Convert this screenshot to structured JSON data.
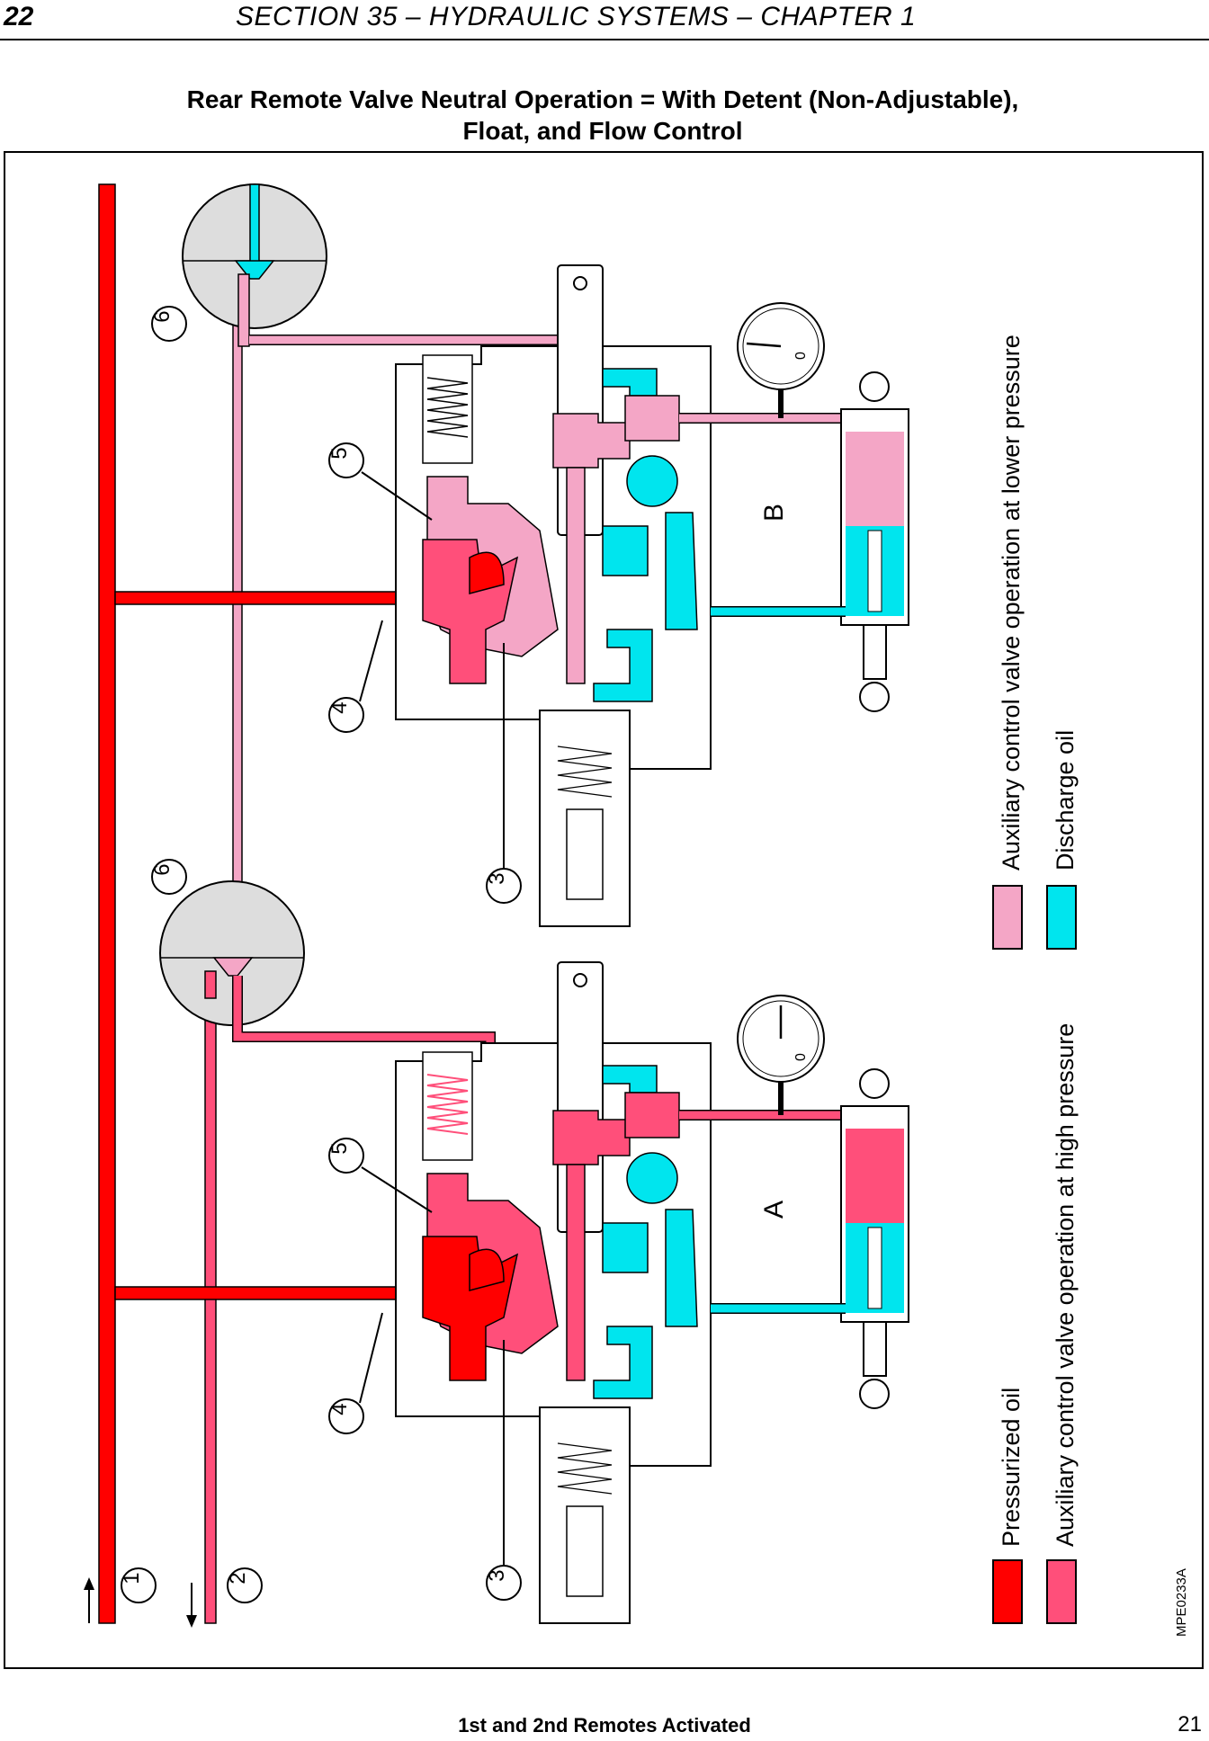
{
  "header": {
    "page_number": "22",
    "section_title": "SECTION 35 – HYDRAULIC SYSTEMS – CHAPTER 1"
  },
  "figure": {
    "title_line1": "Rear Remote Valve Neutral Operation = With Detent (Non-Adjustable),",
    "title_line2": "Float, and Flow Control",
    "figure_number": "21",
    "caption": "1st and 2nd Remotes Activated",
    "ref_code": "MPE0233A",
    "valve_labels": [
      "A",
      "B"
    ],
    "gauge_zero": "0",
    "callouts": [
      "1",
      "2",
      "3",
      "4",
      "5",
      "6"
    ]
  },
  "legend": [
    {
      "label": "Pressurized oil",
      "color": "#ff0000"
    },
    {
      "label": "Auxiliary control valve operation at high pressure",
      "color": "#ff4f7a"
    },
    {
      "label": "Auxiliary control valve operation at lower pressure",
      "color": "#f4a6c6"
    },
    {
      "label": "Discharge oil",
      "color": "#00e5ee"
    }
  ],
  "colors": {
    "pressurized": "#ff0000",
    "high_pressure": "#ff4f7a",
    "lower_pressure": "#f4a6c6",
    "discharge": "#00e5ee",
    "housing": "#ffffff",
    "disc": "#dddddd"
  }
}
